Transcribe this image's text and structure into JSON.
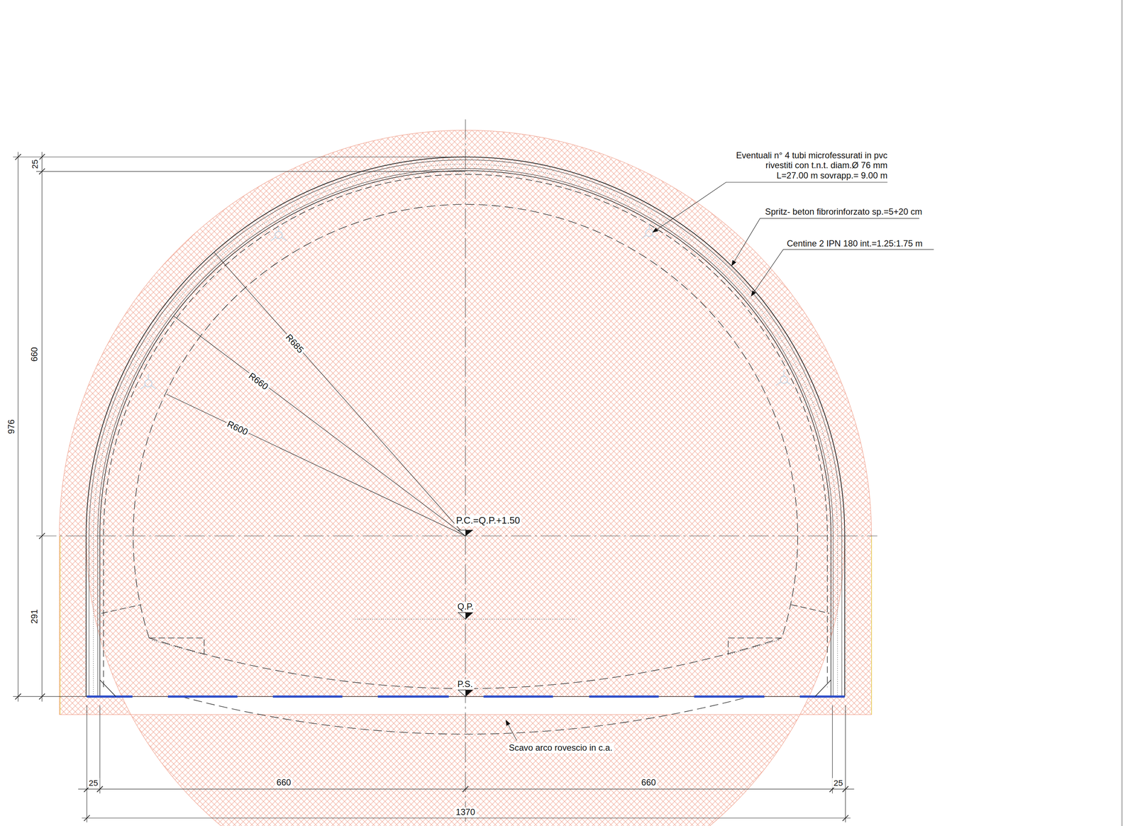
{
  "diagram": {
    "labels": [
      "Eventuali n° 4 tubi microfessurati in pvc rivestiti con t.n.t. diam.Ø 76 mm L=27.00 m sovrapp.= 9.00 m",
      "Spritz- beton fibrorinforzato sp.=5+20 cm",
      "Centine 2 IPN 180 int.=1.25:1.75 m",
      "R685",
      "R660",
      "R600",
      "P.C.=Q.P.+1.50",
      "Q.P.",
      "P.S.",
      "Scavo arco rovescio in c.a.",
      "25",
      "660",
      "976",
      "291",
      "25",
      "660",
      "660",
      "25",
      "1370"
    ]
  }
}
